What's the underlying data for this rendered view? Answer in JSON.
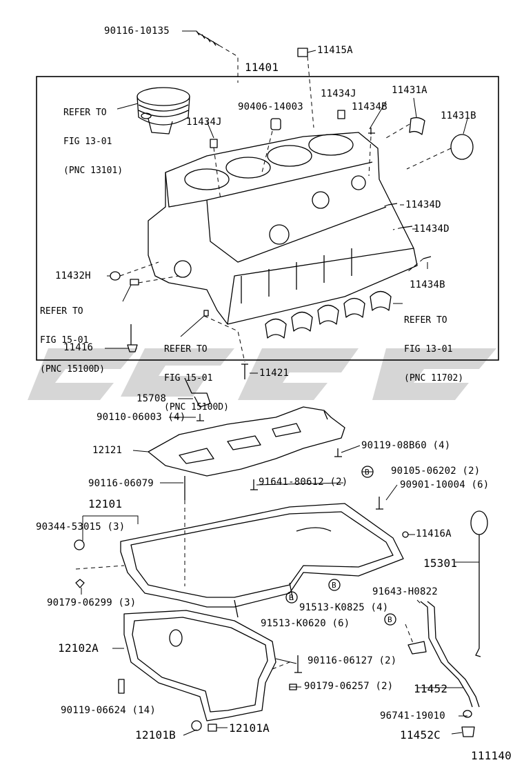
{
  "callouts": {
    "p90116_10135": "90116-10135",
    "p11415A": "11415A",
    "p11401": "11401",
    "p11434J_a": "11434J",
    "p11431A": "11431A",
    "p90406_14003": "90406-14003",
    "p11434B_a": "11434B",
    "p11431B": "11431B",
    "p11434J_b": "11434J",
    "p11434D_a": "11434D",
    "p11434D_b": "11434D",
    "p11432H": "11432H",
    "p11434B_b": "11434B",
    "p11416": "11416",
    "p11421": "11421",
    "p15708": "15708",
    "p90110_06003": "90110-06003 (4)",
    "p12121": "12121",
    "p90119_08B60": "90119-08B60 (4)",
    "p90105_06202": "90105-06202 (2)",
    "p90116_06079": "90116-06079",
    "p91641_80612": "91641-80612 (2)",
    "p90901_10004": "90901-10004 (6)",
    "p12101": "12101",
    "p90344_53015": "90344-53015 (3)",
    "p11416A": "11416A",
    "p15301": "15301",
    "p90179_06299": "90179-06299 (3)",
    "p91643_H0822": "91643-H0822",
    "p91513_K0825": "91513-K0825 (4)",
    "p91513_K0620": "91513-K0620 (6)",
    "p12102A": "12102A",
    "p90116_06127": "90116-06127 (2)",
    "p90179_06257": "90179-06257 (2)",
    "p11452": "11452",
    "p90119_06624": "90119-06624 (14)",
    "p96741_19010": "96741-19010",
    "p12101B": "12101B",
    "p12101A": "12101A",
    "p11452C": "11452C",
    "figure_number": "111140"
  },
  "refer_notes": {
    "piston": {
      "l1": "REFER TO",
      "l2": "FIG 13-01",
      "l3": "(PNC 13101)"
    },
    "left": {
      "l1": "REFER TO",
      "l2": "FIG 15-01",
      "l3": "(PNC 15100D)"
    },
    "center": {
      "l1": "REFER TO",
      "l2": "FIG 15-01",
      "l3": "(PNC 15100D)"
    },
    "bearing": {
      "l1": "REFER TO",
      "l2": "FIG 13-01",
      "l3": "(PNC 11702)"
    }
  },
  "symbols": {
    "b_marker": "B"
  },
  "watermark": {
    "color": "#d6d6d6"
  }
}
